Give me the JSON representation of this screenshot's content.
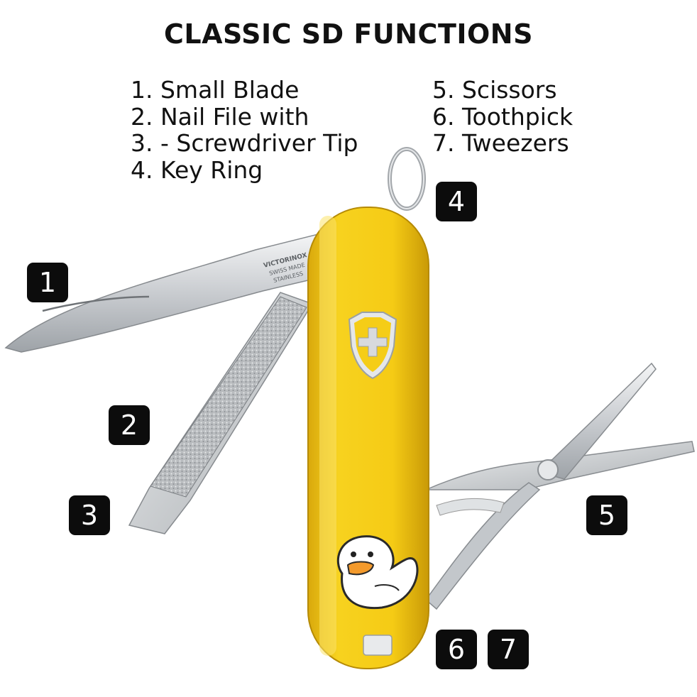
{
  "title": "CLASSIC SD FUNCTIONS",
  "functions_left": [
    "1. Small Blade",
    "2. Nail File with",
    "3. - Screwdriver Tip",
    "4. Key Ring"
  ],
  "functions_right": [
    "5. Scissors",
    "6. Toothpick",
    "7. Tweezers"
  ],
  "badges": [
    "1",
    "2",
    "3",
    "4",
    "5",
    "6",
    "7"
  ],
  "blade_tang_text": [
    "VICTORINOX",
    "SWISS MADE",
    "STAINLESS"
  ],
  "colors": {
    "handle_yellow": "#f6cc17",
    "badge_bg": "#0c0c0c",
    "steel": "#d4d7da",
    "duck_beak": "#f39a2c"
  }
}
